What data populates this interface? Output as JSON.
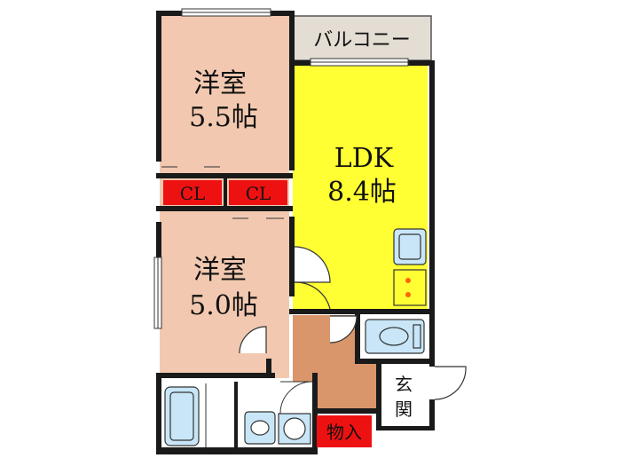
{
  "rooms": {
    "western_room_1": {
      "name": "洋室",
      "size": "5.5帖"
    },
    "western_room_2": {
      "name": "洋室",
      "size": "5.0帖"
    },
    "ldk": {
      "name": "LDK",
      "size": "8.4帖"
    },
    "balcony": {
      "name": "バルコニー"
    },
    "entrance": {
      "name": "玄関"
    },
    "storage": {
      "name": "物入"
    }
  },
  "closets": [
    "CL",
    "CL"
  ],
  "colors": {
    "wall": "#1a1a1a",
    "western_room": "#f2c9b0",
    "ldk": "#ffff33",
    "balcony": "#e4ddd4",
    "hallway": "#d9966b",
    "wet_area": "#ffffff",
    "fixture": "#c8e6f7",
    "closet": "#ee1111",
    "entrance": "#ffffff"
  }
}
